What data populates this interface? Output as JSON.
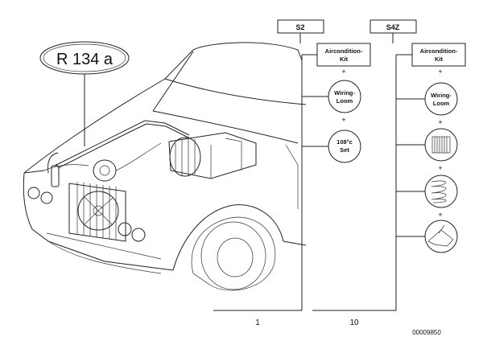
{
  "refrigerant_label": "R 134 a",
  "columns": [
    {
      "header": "S2",
      "kit_label_lines": [
        "Aircondition-",
        "Kit"
      ],
      "components": [
        {
          "icon": "wiring-loom-icon",
          "label_lines": [
            "Wiring-",
            "Loom"
          ]
        },
        {
          "icon": "thermostat-set-icon",
          "label_lines": [
            "108°c",
            "Set"
          ]
        }
      ],
      "part_number": "1"
    },
    {
      "header": "S4Z",
      "kit_label_lines": [
        "Aircondition-",
        "Kit"
      ],
      "components": [
        {
          "icon": "wiring-loom-icon",
          "label_lines": [
            "Wiring-",
            "Loom"
          ]
        },
        {
          "icon": "evaporator-core-icon",
          "label_lines": []
        },
        {
          "icon": "coil-spring-icon",
          "label_lines": []
        },
        {
          "icon": "mounting-bracket-icon",
          "label_lines": []
        }
      ],
      "part_number": "10"
    }
  ],
  "plus_symbol": "+",
  "diagram_id": "00009850"
}
